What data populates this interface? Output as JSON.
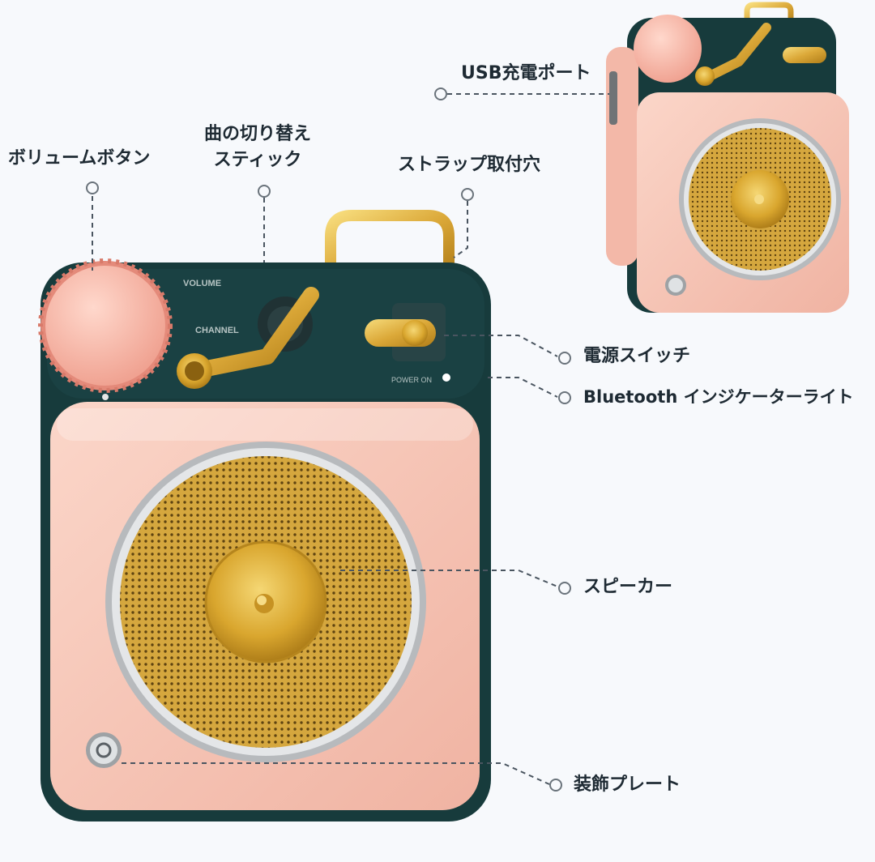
{
  "callouts": {
    "usb_port": "USB充電ポート",
    "track_stick_line1": "曲の切り替え",
    "track_stick_line2": "スティック",
    "volume_button": "ボリュームボタン",
    "strap_hole": "ストラップ取付穴",
    "power_switch": "電源スイッチ",
    "bluetooth_indicator": "Bluetooth インジケーターライト",
    "speaker": "スピーカー",
    "decorative_plate": "装飾プレート"
  },
  "device_print": {
    "volume": "VOLUME",
    "channel": "CHANNEL",
    "power_on": "POWER ON"
  },
  "colors": {
    "background": "#f7f9fc",
    "body_dark": "#173b3c",
    "front_pink": "#f6c2b2",
    "gold": "#d9a62e",
    "silver": "#c6c9cc",
    "leader_line": "#4a5560"
  }
}
